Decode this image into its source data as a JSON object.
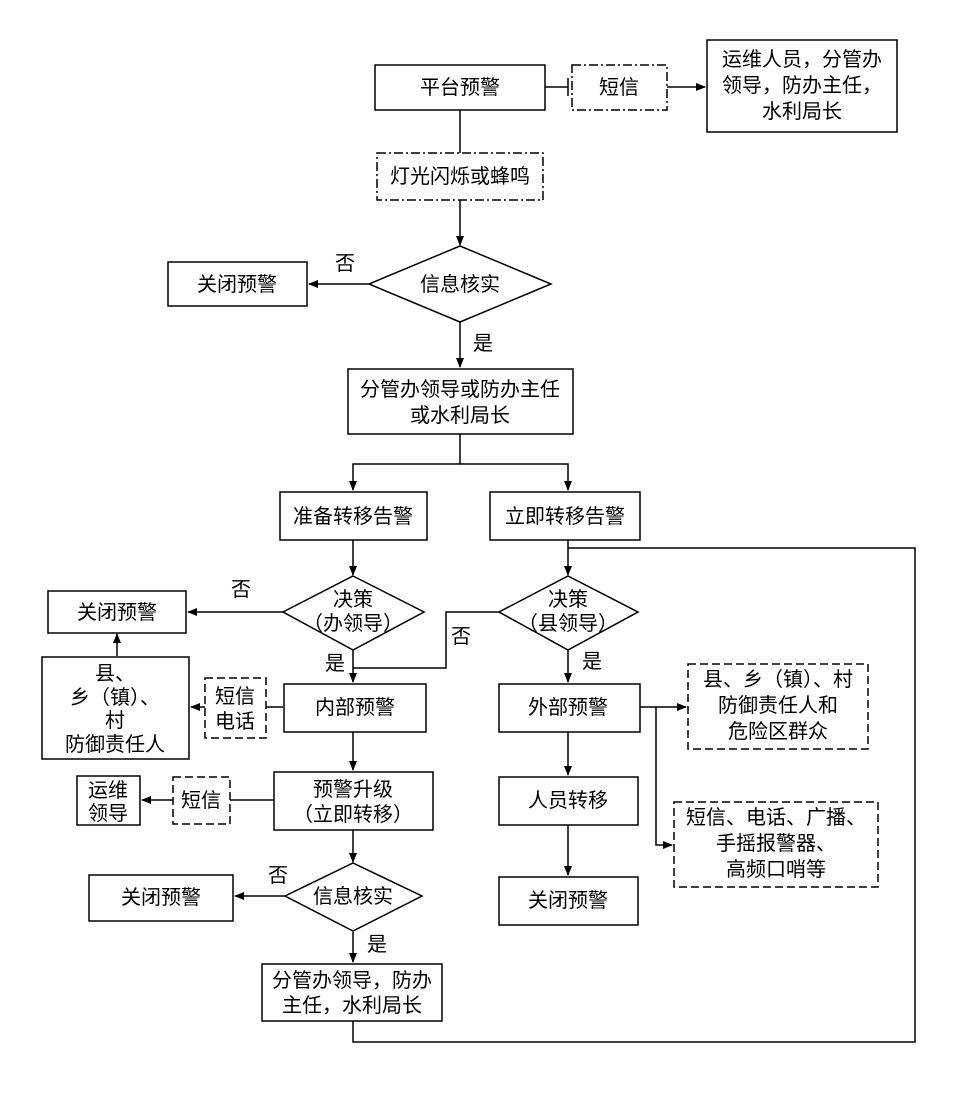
{
  "nodes": {
    "platform_alert": "平台预警",
    "sms_top": "短信",
    "staff_top": [
      "运维人员，分管办",
      "领导，防办主任，",
      "水利局长"
    ],
    "light_buzz": "灯光闪烁或蜂鸣",
    "verify_1": "信息核实",
    "close_1": "关闭预警",
    "leader_top": [
      "分管办领导或防办主任",
      "或水利局长"
    ],
    "prepare_transfer": "准备转移告警",
    "immediate_transfer": "立即转移告警",
    "decision_office": [
      "决策",
      "（办领导）"
    ],
    "close_2": "关闭预警",
    "decision_county": [
      "决策",
      "（县领导）"
    ],
    "responsible_left": [
      "县、",
      "乡（镇）、",
      "村",
      "防御责任人"
    ],
    "sms_phone": [
      "短信",
      "电话"
    ],
    "internal_alert": "内部预警",
    "external_alert": "外部预警",
    "external_targets": [
      "县、乡（镇）、村",
      "防御责任人和",
      "危险区群众"
    ],
    "ops_leader": [
      "运维",
      "领导"
    ],
    "sms_mid": "短信",
    "escalate": [
      "预警升级",
      "（立即转移）"
    ],
    "people_transfer": "人员转移",
    "channels": [
      "短信、电话、广播、",
      "手摇报警器、",
      "高频口哨等"
    ],
    "close_3": "关闭预警",
    "verify_2": "信息核实",
    "close_4": "关闭预警",
    "leader_bottom": [
      "分管办领导，防办",
      "主任，水利局长"
    ]
  },
  "edge_labels": {
    "no_1": "否",
    "yes_1": "是",
    "no_2": "否",
    "yes_2": "是",
    "no_3": "否",
    "yes_3": "是",
    "no_4": "否",
    "yes_4": "是"
  }
}
